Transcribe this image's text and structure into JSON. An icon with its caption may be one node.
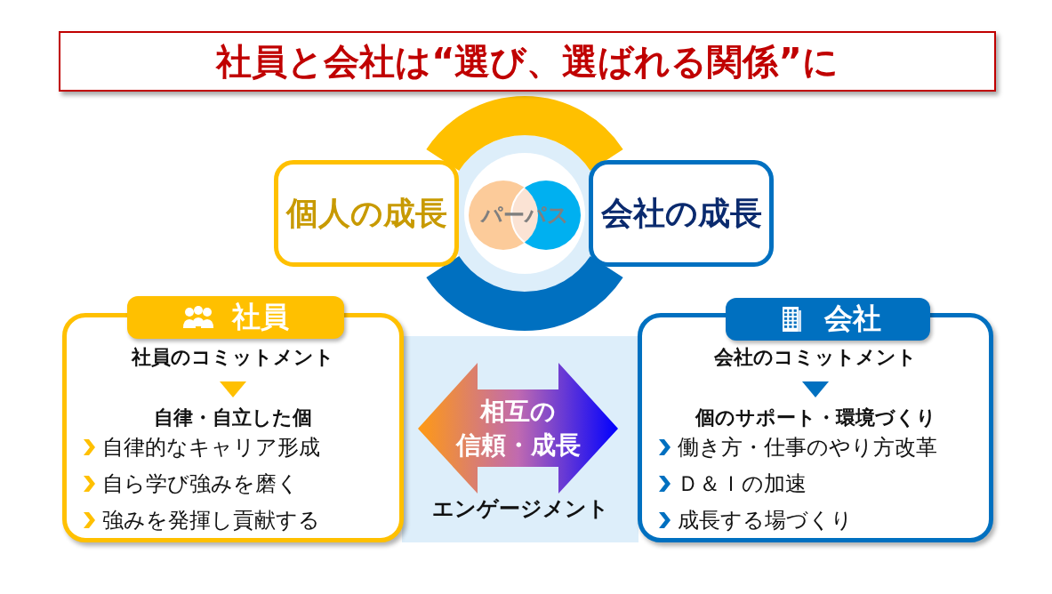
{
  "diagram": {
    "title": "社員と会社は“選び、選ばれる関係”に",
    "nodes": [
      {
        "text": [
          "個人の成長"
        ]
      },
      {
        "text": [
          "パーパス"
        ]
      },
      {
        "text": [
          "会社の成長"
        ]
      },
      {
        "text": [
          "社員",
          "社員のコミットメント",
          "自律・自立した個",
          "自律的なキャリア形成",
          "自ら学び強みを磨く",
          "強みを発揮し貢献する"
        ]
      },
      {
        "text": [
          "会社",
          "会社のコミットメント",
          "個のサポート・環境づくり",
          "働き方・仕事のやり方改革",
          "Ｄ＆Ｉの加速",
          "成長する場づくり"
        ]
      },
      {
        "text": [
          "エンゲージメント"
        ]
      },
      {
        "text": [
          "相互の",
          "信頼・成長"
        ],
        "in": 5
      }
    ],
    "edges": [
      {
        "from": 0,
        "to": 2,
        "arrow": "none",
        "color": "#ffc000"
      },
      {
        "from": 2,
        "to": 0,
        "arrow": "none",
        "color": "#0070c0"
      }
    ]
  }
}
